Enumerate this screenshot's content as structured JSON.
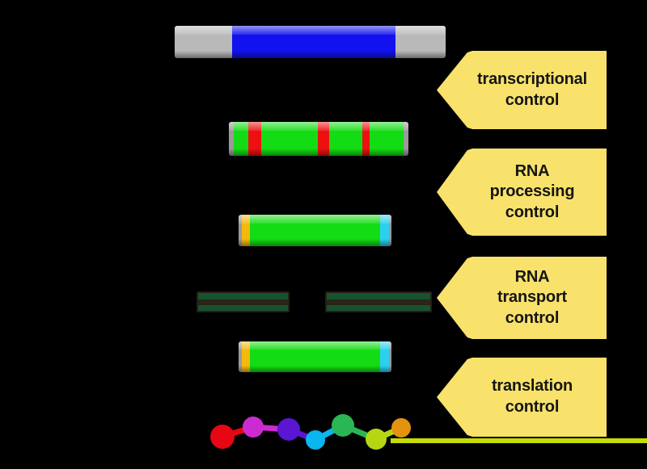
{
  "palette": {
    "background": "#000000",
    "label_fill": "#F8E26B",
    "label_text": "#151515",
    "underline": "#C6DC08"
  },
  "labels": [
    {
      "text": "transcriptional\ncontrol"
    },
    {
      "text": "RNA\nprocessing\ncontrol"
    },
    {
      "text": "RNA\ntransport\ncontrol"
    },
    {
      "text": "translation\ncontrol"
    }
  ],
  "dna_bar": {
    "cap_color": "#B9B9B9",
    "coding_color": "#1212EE"
  },
  "primary_transcript": {
    "body_color": "#14DC14",
    "intron_color": "#EE1010",
    "end_color": "#9A9A9A"
  },
  "mrna": {
    "body_color": "#14DC14",
    "cap5_color": "#F5B90E",
    "polya_color": "#2BD0EF",
    "end_color": "#9A9A9A"
  },
  "nuclear_envelope": {
    "membrane_color": "#175231",
    "core_color": "#2A2517"
  },
  "protein": {
    "residues": [
      {
        "color": "#E60614"
      },
      {
        "color": "#CC2BD2"
      },
      {
        "color": "#5A16D2"
      },
      {
        "color": "#09B6EE"
      },
      {
        "color": "#2BB655"
      },
      {
        "color": "#B6D614"
      },
      {
        "color": "#E2930F"
      }
    ]
  }
}
